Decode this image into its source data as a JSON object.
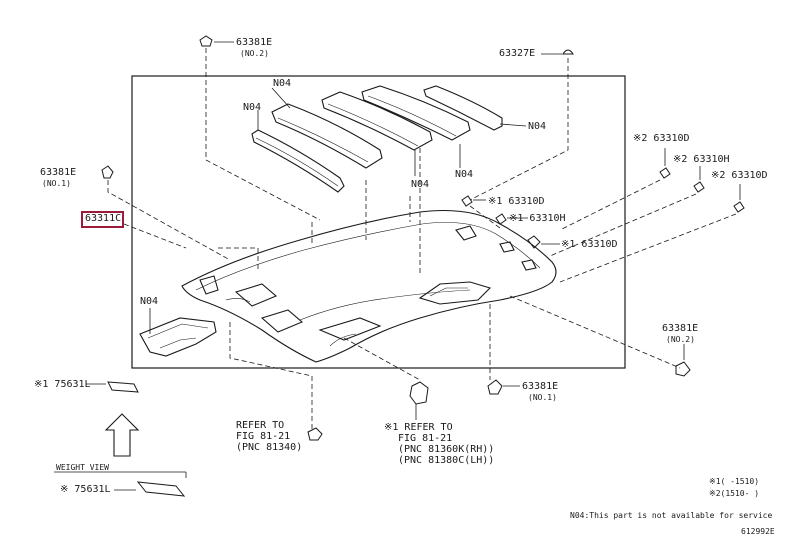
{
  "labels": {
    "p63381e_top": "63381E",
    "p63381e_top_sub": "(NO.2)",
    "p63327e": "63327E",
    "n04_a": "N04",
    "n04_b": "N04",
    "n04_c": "N04",
    "n04_d": "N04",
    "n04_e": "N04",
    "n04_f": "N04",
    "p63381e_left": "63381E",
    "p63381e_left_sub": "(NO.1)",
    "p63311c": "63311C",
    "p63310d_top": "※2 63310D",
    "p63310h_top": "※2 63310H",
    "p63310d_right": "※2 63310D",
    "p63310d_mid": "※1 63310D",
    "p63310h_mid": "※1 63310H",
    "p63310d_low": "※1 63310D",
    "p63381e_right": "63381E",
    "p63381e_right_sub": "(NO.2)",
    "p75631l_a": "※1 75631L",
    "p63381e_bottom": "63381E",
    "p63381e_bottom_sub": "(NO.1)",
    "refer1_l1": "REFER TO",
    "refer1_l2": "FIG 81-21",
    "refer1_l3": "(PNC 81340)",
    "refer2_l1": "※1 REFER TO",
    "refer2_l2": "FIG 81-21",
    "refer2_l3": "(PNC 81360K(RH))",
    "refer2_l4": "(PNC 81380C(LH))",
    "view_label": "WEIGHT VIEW",
    "p75631l_b": "※ 75631L",
    "note1": "※1(    -1510)",
    "note2": "※2(1510-    )",
    "note3": "N04:This part is not available for service",
    "code": "612992E"
  },
  "colors": {
    "line": "#1a1a1a",
    "highlight": "#9b1b3a"
  }
}
